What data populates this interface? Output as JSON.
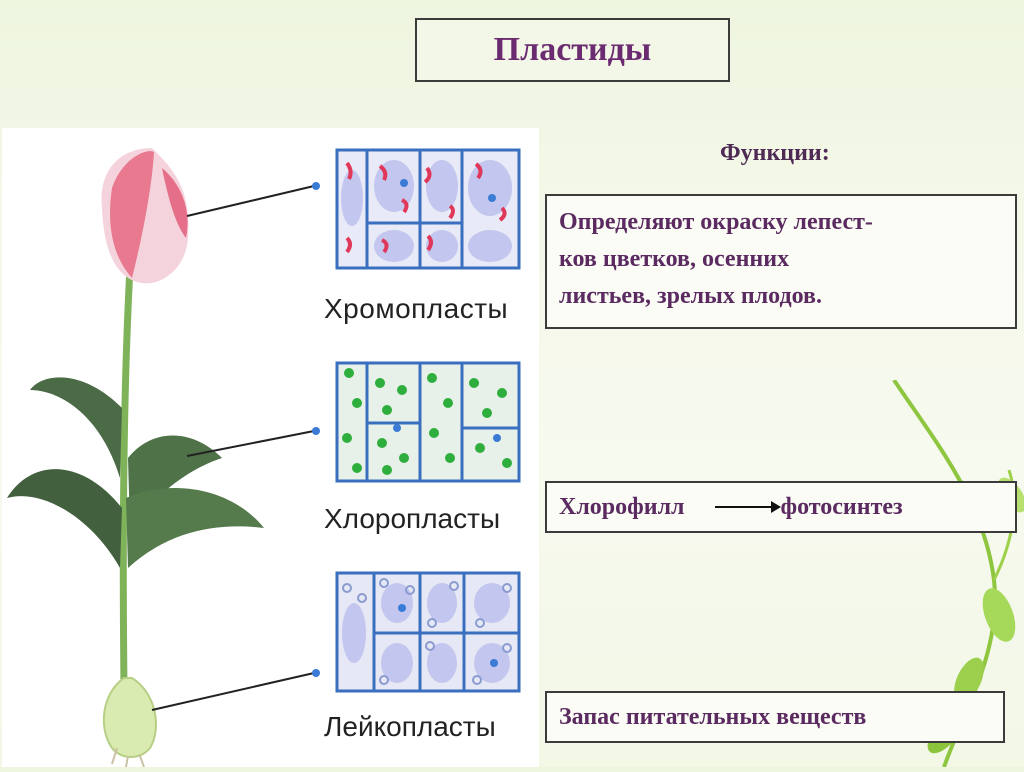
{
  "slide": {
    "title": "Пластиды",
    "functions_label": "Функции:",
    "chromoplast_function_lines": [
      "Определяют окраску лепест-",
      "ков цветков, осенних",
      "листьев, зрелых плодов."
    ],
    "chloroplast_function": {
      "left": "Хлорофилл",
      "right": "фотосинтез"
    },
    "leucoplast_function": "Запас питательных веществ"
  },
  "illustration": {
    "captions": [
      "Хромопласты",
      "Хлоропласты",
      "Лейкопласты"
    ]
  },
  "colors": {
    "title": "#6b2b70",
    "text": "#5a2a60",
    "chromo_plastid": "#e0385a",
    "chloro_plastid": "#2eae3c",
    "cell_wall": "#3a6fbf"
  }
}
